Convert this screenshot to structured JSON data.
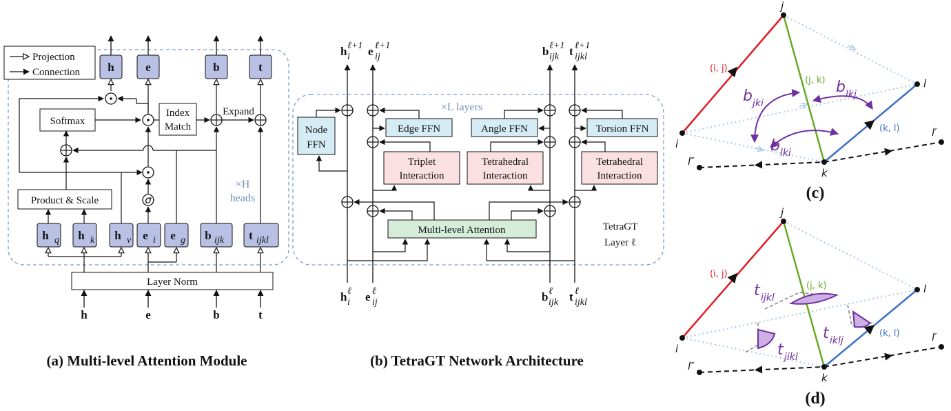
{
  "panel_a": {
    "legend_projection": "Projection",
    "legend_connection": "Connection",
    "out_h": "h",
    "out_e": "e",
    "out_b": "b",
    "out_t": "t",
    "softmax": "Softmax",
    "index_match_1": "Index",
    "index_match_2": "Match",
    "expand": "Expand",
    "sigma": "σ",
    "product_scale": "Product & Scale",
    "proj_hq": "h",
    "proj_hq_sub": "q",
    "proj_hk": "h",
    "proj_hk_sub": "k",
    "proj_hv": "h",
    "proj_hv_sub": "v",
    "proj_ei": "e",
    "proj_ei_sub": "i",
    "proj_eg": "e",
    "proj_eg_sub": "g",
    "proj_b": "b",
    "proj_b_sub": "ijk",
    "proj_t": "t",
    "proj_t_sub": "ijkl",
    "heads_1": "×H",
    "heads_2": "heads",
    "layer_norm": "Layer Norm",
    "in_h": "h",
    "in_e": "e",
    "in_b": "b",
    "in_t": "t",
    "caption": "(a) Multi-level Attention Module"
  },
  "panel_b": {
    "top_h": "h",
    "top_h_sub": "i",
    "top_h_sup": "ℓ+1",
    "top_e": "e",
    "top_e_sub": "ij",
    "top_e_sup": "ℓ+1",
    "top_b": "b",
    "top_b_sub": "ijk",
    "top_b_sup": "ℓ+1",
    "top_t": "t",
    "top_t_sub": "ijkl",
    "top_t_sup": "ℓ+1",
    "layers": "×L  layers",
    "node_ffn_1": "Node",
    "node_ffn_2": "FFN",
    "edge_ffn": "Edge FFN",
    "angle_ffn": "Angle FFN",
    "torsion_ffn": "Torsion FFN",
    "triplet_1": "Triplet",
    "triplet_2": "Interaction",
    "tetra1_1": "Tetrahedral",
    "tetra1_2": "Interaction",
    "tetra2_1": "Tetrahedral",
    "tetra2_2": "Interaction",
    "mla": "Multi-level Attention",
    "tetragt_1": "TetraGT",
    "tetragt_2": "Layer ℓ",
    "bot_h": "h",
    "bot_h_sub": "i",
    "bot_h_sup": "ℓ",
    "bot_e": "e",
    "bot_e_sub": "ij",
    "bot_e_sup": "ℓ",
    "bot_b": "b",
    "bot_b_sub": "ijk",
    "bot_b_sup": "ℓ",
    "bot_t": "t",
    "bot_t_sub": "ijkl",
    "bot_t_sup": "ℓ",
    "caption": "(b) TetraGT Network Architecture"
  },
  "panel_c": {
    "node_j": "j",
    "node_i": "i",
    "node_k": "k",
    "node_l": "l",
    "node_lp": "l′",
    "node_lpp": "l″",
    "edge_ij": "(i, j)",
    "edge_jk": "(j, k)",
    "edge_kl": "(k, l)",
    "b_jki": "b",
    "b_jki_sub": "jki",
    "b_lkj": "b",
    "b_lkj_sub": "lkj",
    "b_lki": "b",
    "b_lki_sub": "lki",
    "caption": "(c)"
  },
  "panel_d": {
    "node_j": "j",
    "node_i": "i",
    "node_k": "k",
    "node_l": "l",
    "node_lp": "l′",
    "node_lpp": "l″",
    "edge_ij": "(i, j)",
    "edge_jk": "(j, k)",
    "edge_kl": "(k, l)",
    "t_ijkl": "t",
    "t_ijkl_sub": "ijkl",
    "t_iklj": "t",
    "t_iklj_sub": "iklj",
    "t_jikl": "t",
    "t_jikl_sub": "jikl",
    "caption": "(d)"
  },
  "colors": {
    "proj_fill": "#b8c0e4",
    "ffn_fill": "#d6ecf5",
    "interaction_fill": "#fbe0e2",
    "attention_fill": "#d4ecd8",
    "dashed_border": "#7f9cc0",
    "red_edge": "#e01b24",
    "green_edge": "#66aa22",
    "blue_edge": "#3a6fc4",
    "angle_purple": "#7030a0"
  }
}
